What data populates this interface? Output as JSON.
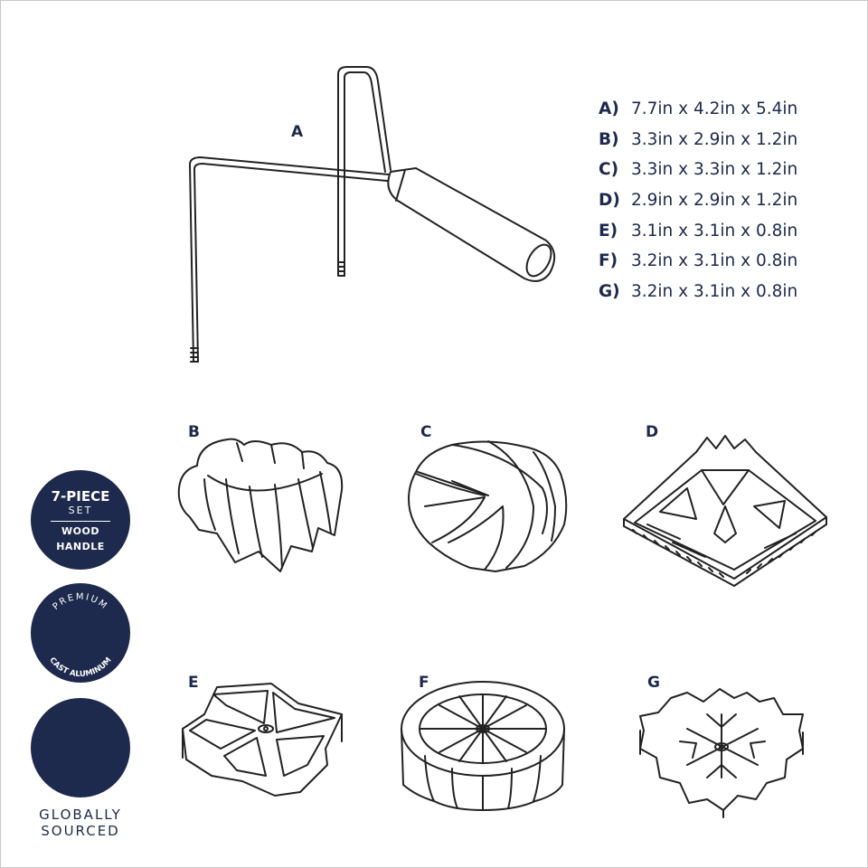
{
  "part_labels": {
    "a": "A",
    "b": "B",
    "c": "C",
    "d": "D",
    "e": "E",
    "f": "F",
    "g": "G"
  },
  "dimensions": [
    {
      "key": "A)",
      "value": "7.7in x 4.2in x 5.4in"
    },
    {
      "key": "B)",
      "value": "3.3in x 2.9in x 1.2in"
    },
    {
      "key": "C)",
      "value": "3.3in x 3.3in x 1.2in"
    },
    {
      "key": "D)",
      "value": "2.9in x 2.9in x 1.2in"
    },
    {
      "key": "E)",
      "value": "3.1in x 3.1in x 0.8in"
    },
    {
      "key": "F)",
      "value": "3.2in x 3.1in x 0.8in"
    },
    {
      "key": "G)",
      "value": "3.2in x 3.1in x 0.8in"
    }
  ],
  "badges": {
    "piece_set": {
      "title": "7-PIECE",
      "sub": "SET",
      "line1": "WOOD",
      "line2": "HANDLE"
    },
    "material": {
      "top": "PREMIUM",
      "bottom": "CAST ALUMINUM",
      "icon": "tree-icon"
    },
    "origin": {
      "icon": "globe-plane-icon",
      "line1": "GLOBALLY",
      "line2": "SOURCED"
    }
  },
  "colors": {
    "navy": "#1d2a4d",
    "line": "#222222",
    "background": "#ffffff"
  }
}
